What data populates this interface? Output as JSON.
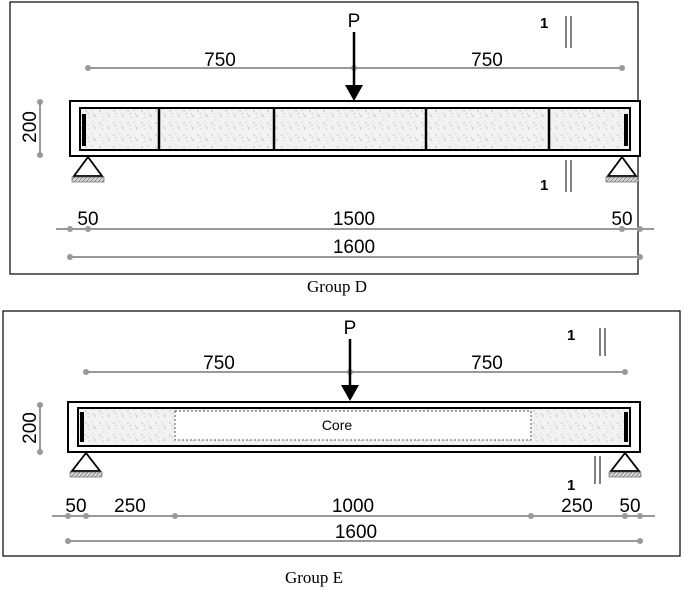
{
  "group_d": {
    "caption": "Group D",
    "load_label": "P",
    "section_label": "1",
    "height_label": "200",
    "span_top": [
      "750",
      "750"
    ],
    "dims_row1": [
      "50",
      "1500",
      "50"
    ],
    "total_length": "1600"
  },
  "group_e": {
    "caption": "Group E",
    "load_label": "P",
    "section_label": "1",
    "height_label": "200",
    "core_label": "Core",
    "span_top": [
      "750",
      "750"
    ],
    "dims_row1": [
      "50",
      "250",
      "1000",
      "250",
      "50"
    ],
    "total_length": "1600"
  }
}
